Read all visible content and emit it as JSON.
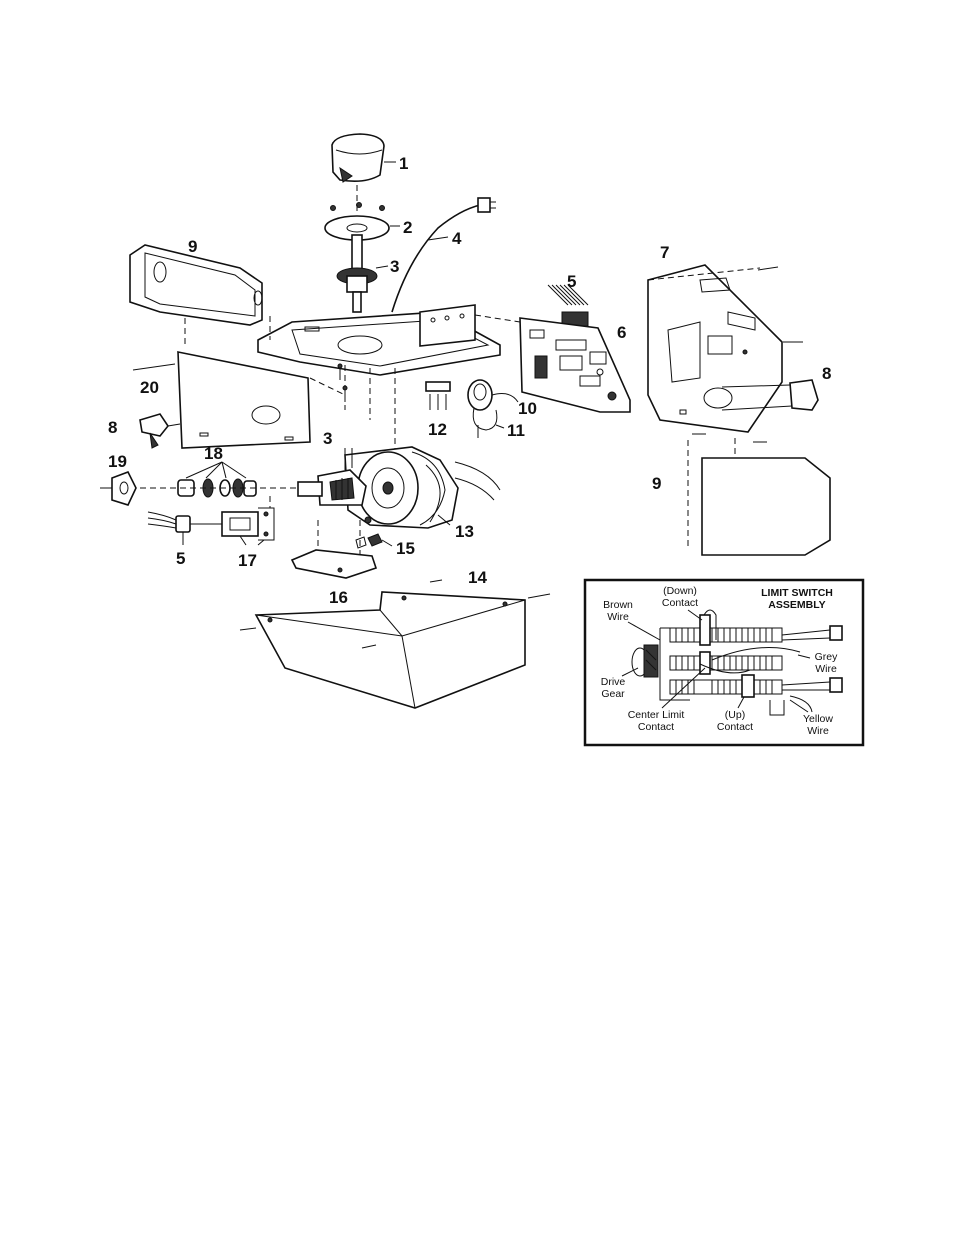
{
  "callouts": [
    {
      "id": "c1",
      "text": "1"
    },
    {
      "id": "c2",
      "text": "2"
    },
    {
      "id": "c3a",
      "text": "3"
    },
    {
      "id": "c4",
      "text": "4"
    },
    {
      "id": "c5a",
      "text": "5"
    },
    {
      "id": "c6",
      "text": "6"
    },
    {
      "id": "c7",
      "text": "7"
    },
    {
      "id": "c8a",
      "text": "8"
    },
    {
      "id": "c9a",
      "text": "9"
    },
    {
      "id": "c20",
      "text": "20"
    },
    {
      "id": "c8b",
      "text": "8"
    },
    {
      "id": "c10",
      "text": "10"
    },
    {
      "id": "c11",
      "text": "11"
    },
    {
      "id": "c12",
      "text": "12"
    },
    {
      "id": "c3b",
      "text": "3"
    },
    {
      "id": "c13",
      "text": "13"
    },
    {
      "id": "c9b",
      "text": "9"
    },
    {
      "id": "c19",
      "text": "19"
    },
    {
      "id": "c18",
      "text": "18"
    },
    {
      "id": "c5b",
      "text": "5"
    },
    {
      "id": "c17",
      "text": "17"
    },
    {
      "id": "c15",
      "text": "15"
    },
    {
      "id": "c16",
      "text": "16"
    },
    {
      "id": "c14",
      "text": "14"
    }
  ],
  "inset": {
    "title_line1": "LIMIT SWITCH",
    "title_line2": "ASSEMBLY",
    "labels": {
      "down_contact_1": "(Down)",
      "down_contact_2": "Contact",
      "brown_wire_1": "Brown",
      "brown_wire_2": "Wire",
      "grey_wire_1": "Grey",
      "grey_wire_2": "Wire",
      "drive_gear_1": "Drive",
      "drive_gear_2": "Gear",
      "center_limit_1": "Center Limit",
      "center_limit_2": "Contact",
      "up_contact_1": "(Up)",
      "up_contact_2": "Contact",
      "yellow_wire_1": "Yellow",
      "yellow_wire_2": "Wire"
    }
  }
}
